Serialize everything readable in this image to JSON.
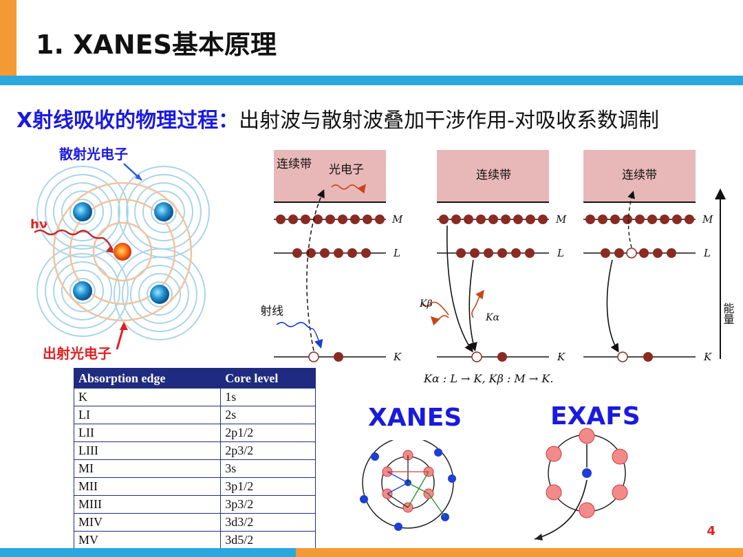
{
  "slide": {
    "title": "1. XANES基本原理",
    "page_number": "4",
    "subtitle_highlight": "X射线吸收的物理过程：",
    "subtitle_rest": "出射波与散射波叠加干涉作用-对吸收系数调制"
  },
  "scatter_diagram": {
    "label_scattered": "散射光电子",
    "label_outgoing": "出射光电子",
    "label_hv": "hν"
  },
  "energy_diagram": {
    "panel1": {
      "band": "连续带",
      "photoelectron": "光电子",
      "xray": "X射线"
    },
    "panel2": {
      "band": "连续带",
      "k_beta": "Kβ",
      "k_alpha": "Kα"
    },
    "panel3": {
      "band": "连续带"
    },
    "level_labels": {
      "M": "M",
      "L": "L",
      "K": "K"
    },
    "energy_axis": "能量",
    "caption": "Kα : L → K,    Kβ : M → K."
  },
  "table": {
    "headers": [
      "Absorption edge",
      "Core level"
    ],
    "rows": [
      [
        "K",
        "1s"
      ],
      [
        "LI",
        "2s"
      ],
      [
        "LII",
        "2p1/2"
      ],
      [
        "LIII",
        "2p3/2"
      ],
      [
        "MI",
        "3s"
      ],
      [
        "MII",
        "3p1/2"
      ],
      [
        "MIII",
        "3p3/2"
      ],
      [
        "MIV",
        "3d3/2"
      ],
      [
        "MV",
        "3d5/2"
      ]
    ]
  },
  "xanes_label": "XANES",
  "exafs_label": "EXAFS",
  "colors": {
    "accent_orange": "#f39a35",
    "accent_blue": "#2aa7df",
    "highlight_blue": "#1a1adf",
    "red": "#e02020",
    "band_fill": "#e8b8b8",
    "electron": "#8b2a22",
    "table_header": "#1f2b80"
  }
}
